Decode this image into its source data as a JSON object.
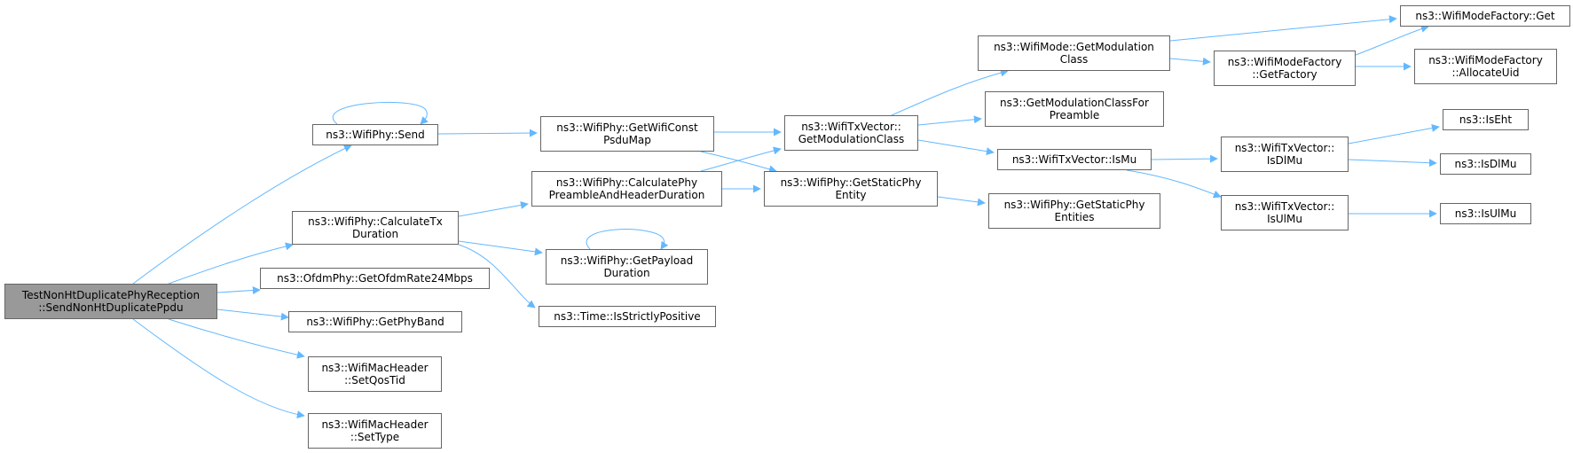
{
  "colors": {
    "edge": "#63b8ff",
    "node_border": "#666666",
    "root_fill": "#999999"
  },
  "nodes": {
    "root": [
      "TestNonHtDuplicatePhyReception",
      "::SendNonHtDuplicatePpdu"
    ],
    "send": [
      "ns3::WifiPhy::Send"
    ],
    "calctx": [
      "ns3::WifiPhy::CalculateTx",
      "Duration"
    ],
    "ofdm": [
      "ns3::OfdmPhy::GetOfdmRate24Mbps"
    ],
    "getband": [
      "ns3::WifiPhy::GetPhyBand"
    ],
    "qostid": [
      "ns3::WifiMacHeader",
      "::SetQosTid"
    ],
    "settype": [
      "ns3::WifiMacHeader",
      "::SetType"
    ],
    "psdumap": [
      "ns3::WifiPhy::GetWifiConst",
      "PsduMap"
    ],
    "preamble": [
      "ns3::WifiPhy::CalculatePhy",
      "PreambleAndHeaderDuration"
    ],
    "payload": [
      "ns3::WifiPhy::GetPayload",
      "Duration"
    ],
    "strict": [
      "ns3::Time::IsStrictlyPositive"
    ],
    "txmodclass": [
      "ns3::WifiTxVector::",
      "GetModulationClass"
    ],
    "staticphy": [
      "ns3::WifiPhy::GetStaticPhy",
      "Entity"
    ],
    "modeclass": [
      "ns3::WifiMode::GetModulation",
      "Class"
    ],
    "modclassfor": [
      "ns3::GetModulationClassFor",
      "Preamble"
    ],
    "ismu": [
      "ns3::WifiTxVector::IsMu"
    ],
    "entities": [
      "ns3::WifiPhy::GetStaticPhy",
      "Entities"
    ],
    "getfactory": [
      "ns3::WifiModeFactory",
      "::GetFactory"
    ],
    "factget": [
      "ns3::WifiModeFactory::Get"
    ],
    "allocuid": [
      "ns3::WifiModeFactory",
      "::AllocateUid"
    ],
    "isdlmu": [
      "ns3::WifiTxVector::",
      "IsDlMu"
    ],
    "isulmu": [
      "ns3::WifiTxVector::",
      "IsUlMu"
    ],
    "iseht": [
      "ns3::IsEht"
    ],
    "isdlmu2": [
      "ns3::IsDlMu"
    ],
    "isulmu2": [
      "ns3::IsUlMu"
    ]
  }
}
